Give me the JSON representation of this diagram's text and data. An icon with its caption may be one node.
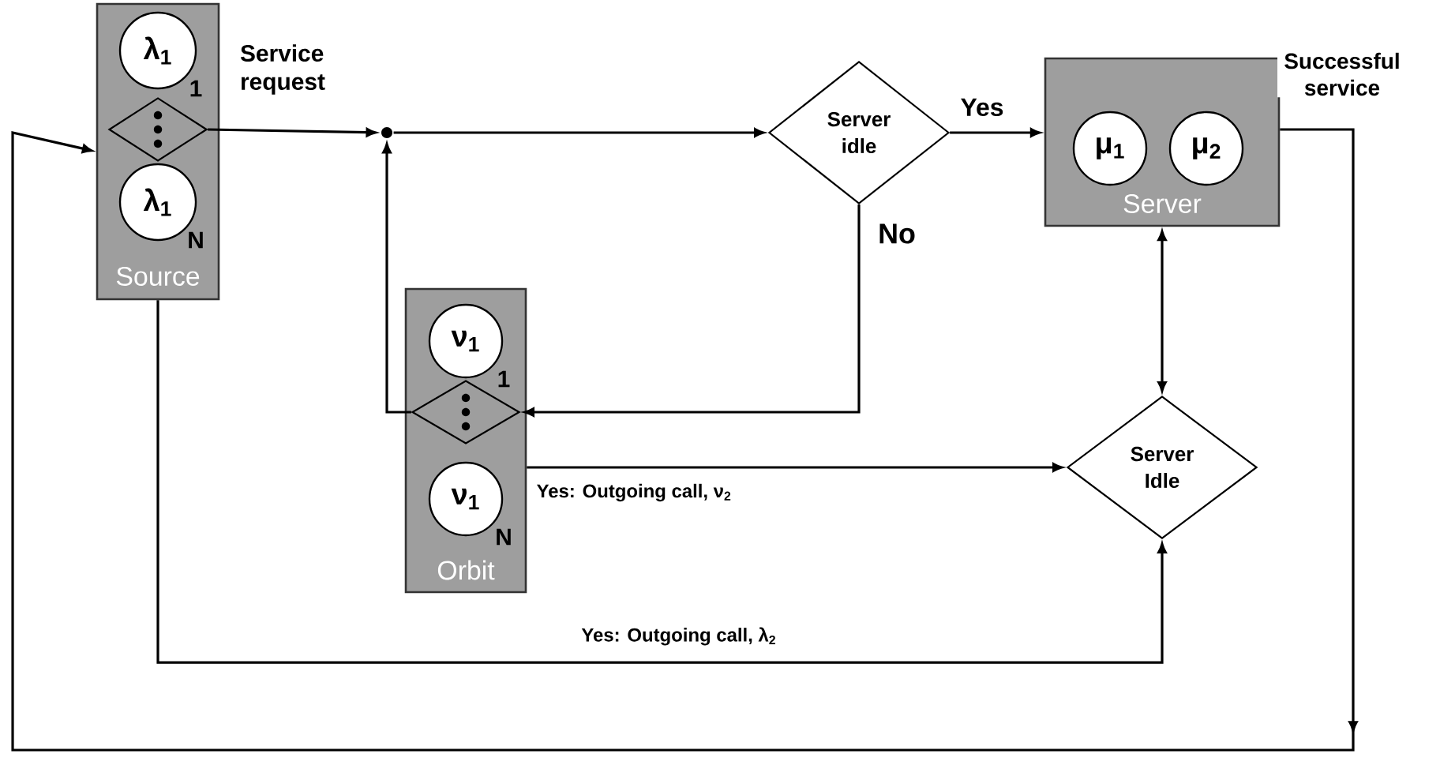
{
  "diagram": {
    "nodes": [
      {
        "text": [
          "Source"
        ]
      },
      {
        "text": [
          "λ$_{1}$"
        ],
        "beside": [
          "1"
        ],
        "in": 0
      },
      {
        "text": [],
        "shape": "diamond",
        "in": 0
      },
      {
        "text": [
          "λ$_{1}$"
        ],
        "beside": [
          "N"
        ],
        "in": 0
      },
      {
        "text": [],
        "shape": "circle"
      },
      {
        "text": [
          "Server idle"
        ]
      },
      {
        "text": [
          "Server"
        ]
      },
      {
        "text": [
          "μ$_{1}$"
        ],
        "in": 6
      },
      {
        "text": [
          "μ$_{2}$"
        ],
        "in": 6
      },
      {
        "text": [
          "Orbit"
        ]
      },
      {
        "text": [
          "ν$_{1}$"
        ],
        "beside": [
          "1"
        ],
        "in": 9
      },
      {
        "text": [],
        "shape": "diamond",
        "in": 9
      },
      {
        "text": [
          "ν$_{1}$"
        ],
        "beside": [
          "N"
        ],
        "in": 9
      },
      {
        "text": [
          "Server Idle"
        ]
      }
    ],
    "edges": [
      {
        "from": 2,
        "to": 4,
        "arrow": "to",
        "label": "Service request"
      },
      {
        "from": 4,
        "to": 5,
        "arrow": "to"
      },
      {
        "from": 11,
        "to": 4,
        "arrow": "to"
      },
      {
        "from": 5,
        "to": 6,
        "arrow": "to",
        "label": "Yes"
      },
      {
        "from": 5,
        "to": 11,
        "arrow": "to",
        "label": "No"
      },
      {
        "from": 6,
        "to": 13,
        "arrow": "both"
      },
      {
        "from": 9,
        "to": 13,
        "arrow": "to",
        "label": "Yes: Outgoing call, ν$_{2}$"
      },
      {
        "from": 0,
        "to": 13,
        "arrow": "to",
        "label": "Yes: Outgoing call, λ$_{2}$"
      },
      {
        "from": 6,
        "to": 0,
        "arrow": "to",
        "label": "Successful service"
      }
    ]
  }
}
